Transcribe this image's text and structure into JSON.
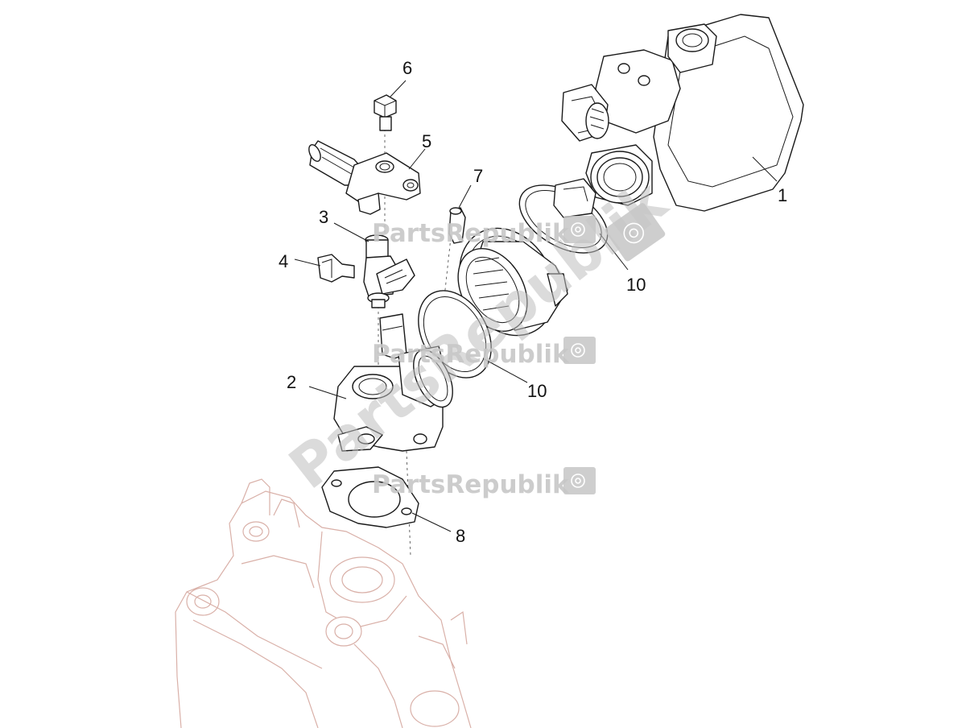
{
  "diagram": {
    "callouts": [
      {
        "id": "1",
        "label": "1"
      },
      {
        "id": "2",
        "label": "2"
      },
      {
        "id": "3",
        "label": "3"
      },
      {
        "id": "4",
        "label": "4"
      },
      {
        "id": "5",
        "label": "5"
      },
      {
        "id": "6",
        "label": "6"
      },
      {
        "id": "7",
        "label": "7"
      },
      {
        "id": "8",
        "label": "8"
      },
      {
        "id": "10a",
        "label": "10"
      },
      {
        "id": "10b",
        "label": "10"
      }
    ],
    "watermark": {
      "brand": "PartsRepublik",
      "icon": "gear-flag-icon"
    },
    "colors": {
      "line": "#1a1a1a",
      "engine_outline": "#d9b0a8",
      "watermark": "#c6c6c6"
    }
  }
}
